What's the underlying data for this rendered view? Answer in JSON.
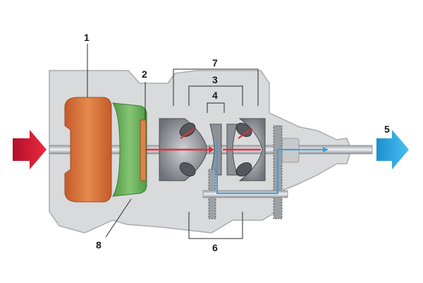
{
  "diagram": {
    "callouts": [
      "1",
      "2",
      "3",
      "4",
      "5",
      "6",
      "7",
      "8"
    ]
  },
  "colors": {
    "housing": "#d9dadb",
    "housing_stroke": "#a9abad",
    "torque_converter": "#d9723a",
    "turbine": "#6bb05a",
    "clutch_disc": "#d9824e",
    "input_arrow": "#e0203a",
    "output_arrow": "#2aa8e0",
    "input_flow": "#e0303a",
    "output_flow": "#3aa0e0",
    "shaft": "#b8bcc0",
    "roller_disc": "#7a7e84"
  }
}
